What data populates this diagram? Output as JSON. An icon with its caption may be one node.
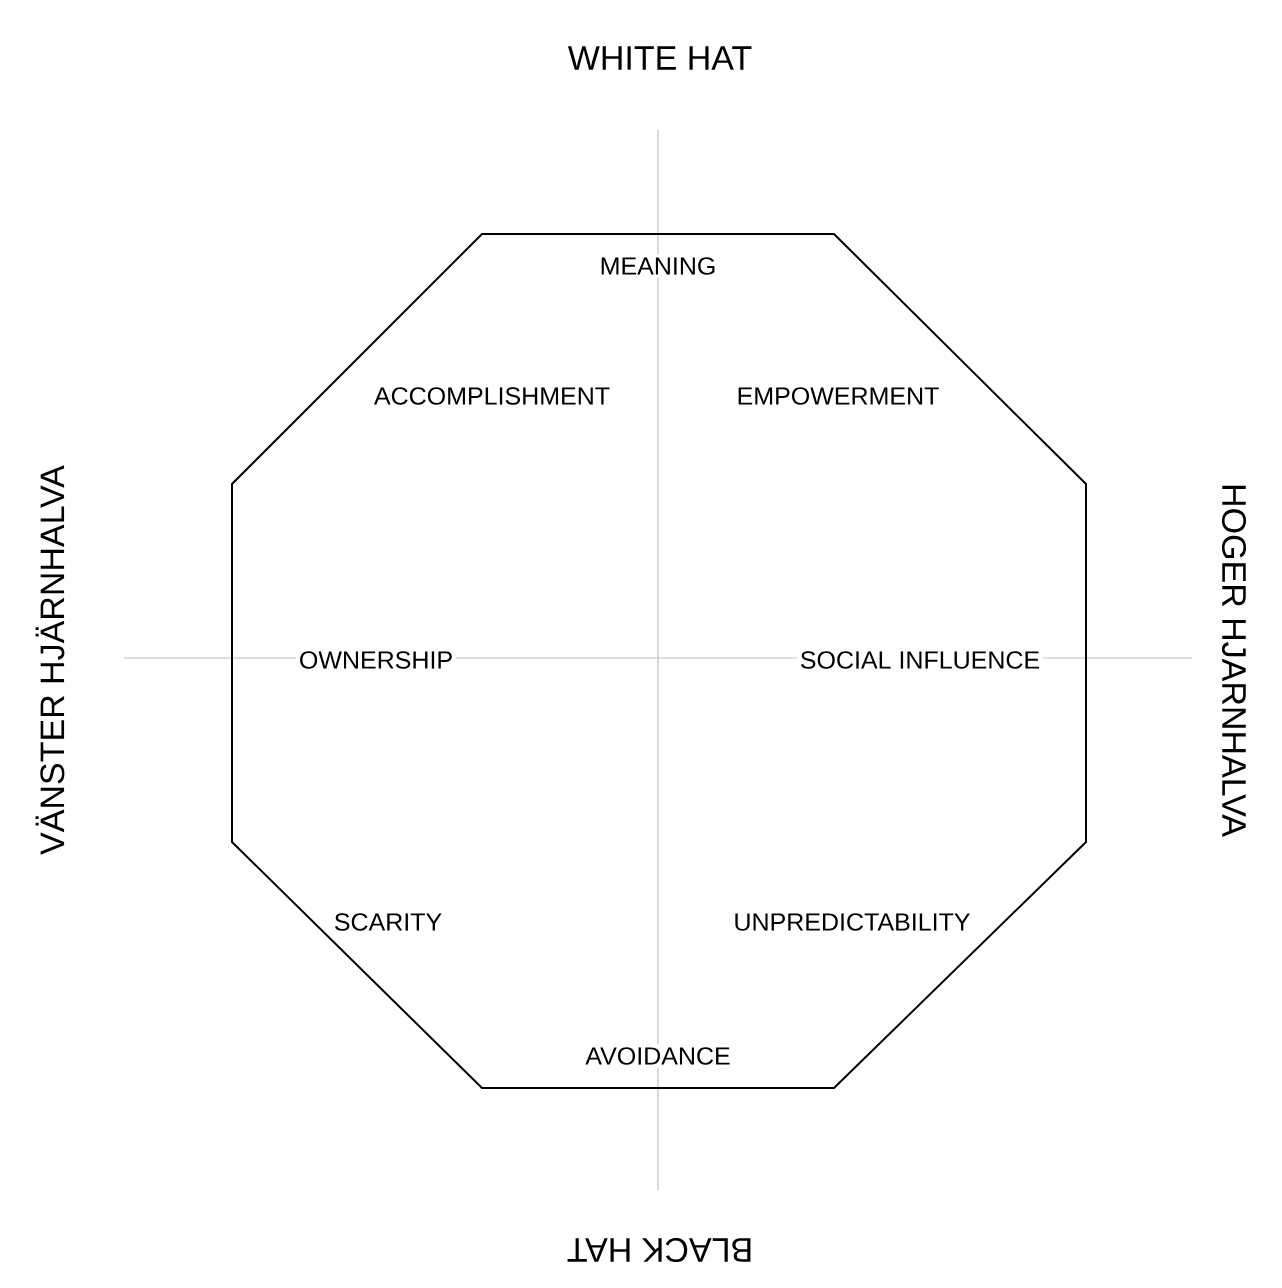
{
  "diagram": {
    "labels": [
      "WHITE HAT",
      "MEANING",
      "ACCOMPLISHMENT",
      "EMPOWERMENT",
      "VÄNSTER HJÄRNHALVA",
      "OWNERSHIP",
      "SOCIAL INFLUENCE",
      "HOGER HJARNHALVA",
      "SCARITY",
      "UNPREDICTABILITY",
      "AVOIDANCE",
      "BLACK HAT"
    ]
  }
}
